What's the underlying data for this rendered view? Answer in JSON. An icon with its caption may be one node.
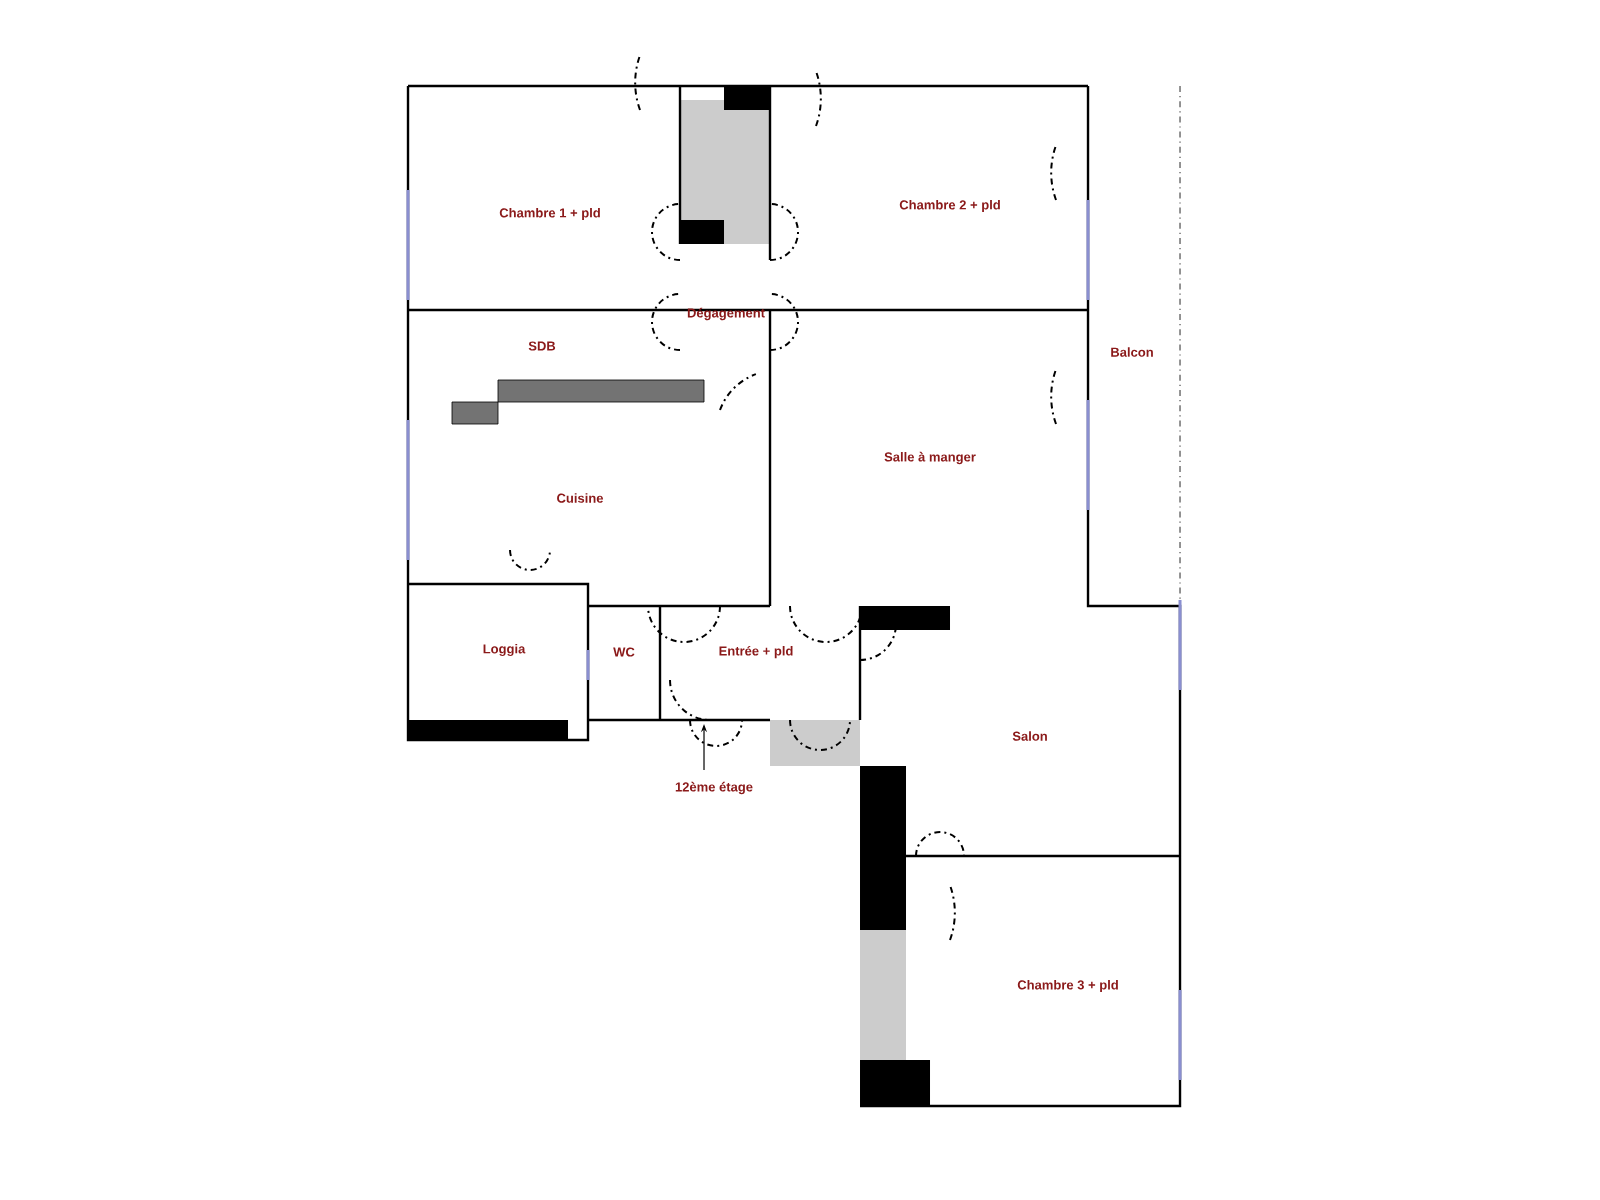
{
  "diagram": {
    "labels": [
      "Chambre 1 + pld",
      "Chambre 2 + pld",
      "Dégagement",
      "SDB",
      "Balcon",
      "Salle à manger",
      "Cuisine",
      "Loggia",
      "WC",
      "Entrée + pld",
      "Salon",
      "12ème étage",
      "Chambre 3 + pld"
    ]
  }
}
